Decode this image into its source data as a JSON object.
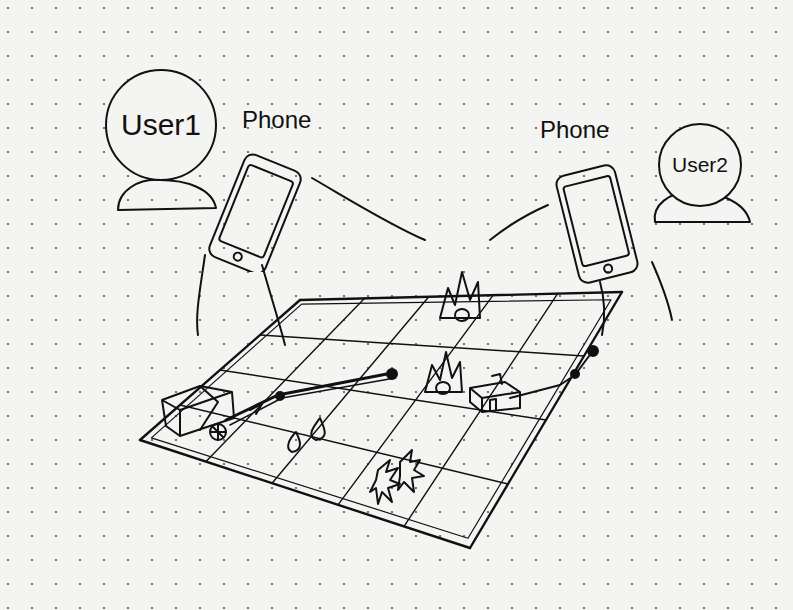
{
  "diagram": {
    "nodes": [
      {
        "text": [
          "User1"
        ]
      },
      {
        "text": [
          "Phone"
        ]
      },
      {
        "text": [
          "Phone"
        ]
      },
      {
        "text": [
          "User2"
        ]
      }
    ]
  }
}
